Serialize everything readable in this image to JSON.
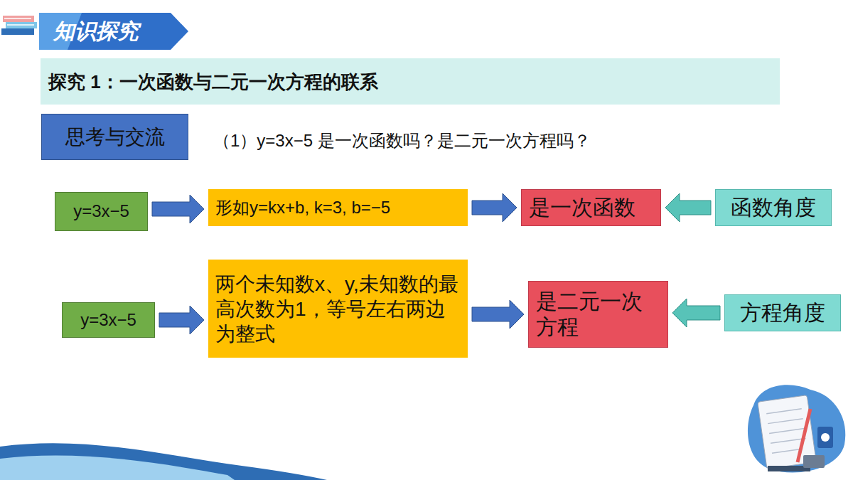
{
  "diagram": {
    "title": "探究 1：一次函数与二元一次方程的联系",
    "nodes": [
      {
        "text": [
          "知识探究"
        ]
      },
      {
        "text": [
          "思考与交流"
        ]
      },
      {
        "text": [
          "y=3x−5"
        ]
      },
      {
        "text": [
          "形如y=kx+b, k=3, b=−5"
        ]
      },
      {
        "text": [
          "是一次函数"
        ]
      },
      {
        "text": [
          "函数角度"
        ]
      },
      {
        "text": [
          "y=3x−5"
        ]
      },
      {
        "text": [
          "两个未知数x、y,未知数的最高次数为1，等号左右两边为整式"
        ]
      },
      {
        "text": [
          "是二元一次方程"
        ]
      },
      {
        "text": [
          "方程角度"
        ]
      }
    ],
    "edges": [
      {
        "from": 2,
        "to": 3,
        "arrow": "to"
      },
      {
        "from": 3,
        "to": 4,
        "arrow": "to"
      },
      {
        "from": 5,
        "to": 4,
        "arrow": "to"
      },
      {
        "from": 6,
        "to": 7,
        "arrow": "to"
      },
      {
        "from": 7,
        "to": 8,
        "arrow": "to"
      },
      {
        "from": 9,
        "to": 8,
        "arrow": "to"
      }
    ],
    "labels": [
      "（1）y=3x−5 是一次函数吗？是二元一次方程吗？"
    ]
  }
}
